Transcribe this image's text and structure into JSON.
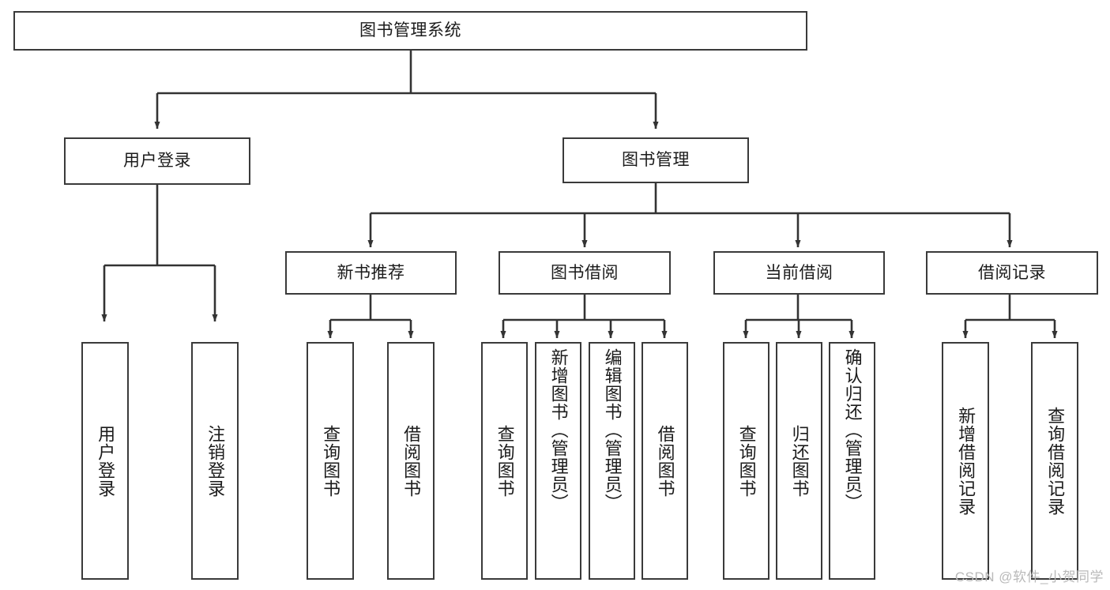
{
  "diagram": {
    "title": "图书管理系统",
    "type": "tree-hierarchy",
    "root": {
      "id": "root",
      "label": "图书管理系统",
      "level": 0
    },
    "level2": [
      {
        "id": "user-login",
        "label": "用户登录",
        "level": 1
      },
      {
        "id": "book-manage",
        "label": "图书管理",
        "level": 1
      }
    ],
    "level3": [
      {
        "id": "new-book-rec",
        "label": "新书推荐",
        "parent": "book-manage",
        "level": 2
      },
      {
        "id": "book-borrow",
        "label": "图书借阅",
        "parent": "book-manage",
        "level": 2
      },
      {
        "id": "current-borrow",
        "label": "当前借阅",
        "parent": "book-manage",
        "level": 2
      },
      {
        "id": "borrow-record",
        "label": "借阅记录",
        "parent": "book-manage",
        "level": 2
      }
    ],
    "leaves": [
      {
        "id": "leaf-user-login",
        "label": "用户登录",
        "parent": "user-login"
      },
      {
        "id": "leaf-logout",
        "label": "注销登录",
        "parent": "user-login"
      },
      {
        "id": "leaf-query-book-1",
        "label": "查询图书",
        "parent": "new-book-rec"
      },
      {
        "id": "leaf-borrow-book-1",
        "label": "借阅图书",
        "parent": "new-book-rec"
      },
      {
        "id": "leaf-query-book-2",
        "label": "查询图书",
        "parent": "book-borrow"
      },
      {
        "id": "leaf-add-book",
        "label": "新增图书（管理员）",
        "parent": "book-borrow"
      },
      {
        "id": "leaf-edit-book",
        "label": "编辑图书（管理员）",
        "parent": "book-borrow"
      },
      {
        "id": "leaf-borrow-book-2",
        "label": "借阅图书",
        "parent": "book-borrow"
      },
      {
        "id": "leaf-query-book-3",
        "label": "查询图书",
        "parent": "current-borrow"
      },
      {
        "id": "leaf-return-book",
        "label": "归还图书",
        "parent": "current-borrow"
      },
      {
        "id": "leaf-confirm-return",
        "label": "确认归还（管理员）",
        "parent": "current-borrow"
      },
      {
        "id": "leaf-add-record",
        "label": "新增借阅记录",
        "parent": "borrow-record"
      },
      {
        "id": "leaf-query-record",
        "label": "查询借阅记录",
        "parent": "borrow-record"
      }
    ],
    "colors": {
      "box_border": "#3a3a3a",
      "box_fill": "#ffffff",
      "connector": "#333333",
      "text": "#1b1b1b",
      "watermark": "#b9b9b9",
      "background": "#ffffff"
    }
  },
  "watermark": {
    "text": "CSDN @软件_小贺同学"
  }
}
